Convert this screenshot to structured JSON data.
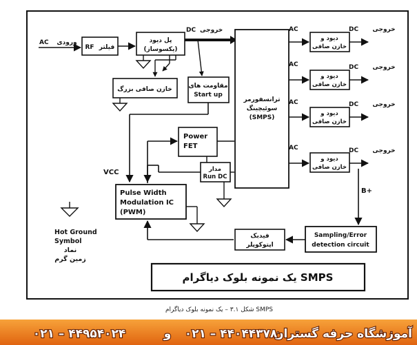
{
  "diagram": {
    "input": {
      "label_fa": "ورودی",
      "label_ac": "AC"
    },
    "rf_filter": {
      "line1": "فیلتر",
      "line2": "RF"
    },
    "bridge": {
      "line1": "پل دیود",
      "line2": "(یکسوساز)"
    },
    "dc_output_top": {
      "label_fa": "خروجی",
      "label_dc": "DC"
    },
    "big_cap": {
      "label": "خازن صافی بزرگ"
    },
    "startup_res": {
      "line1": "مقاومت های",
      "line2": "Start up"
    },
    "transformer": {
      "line1": "ترانسفورمر",
      "line2": "سوئیچینگ",
      "line3": "(SMPS)"
    },
    "power_fet": {
      "line1": "Power",
      "line2": "FET"
    },
    "dc_circuit": {
      "line1": "مدار",
      "line2": "Run DC"
    },
    "pwm": {
      "line1": "Pulse Width",
      "line2": "Modulation IC",
      "line3": "(PWM)"
    },
    "vcc": "VCC",
    "outputs": [
      {
        "ac": "AC",
        "line1": "دیود و",
        "line2": "خازن صافی",
        "dc_fa": "خروجی",
        "dc_en": "DC"
      },
      {
        "ac": "AC",
        "line1": "دیود و",
        "line2": "خازن صافی",
        "dc_fa": "خروجی",
        "dc_en": "DC"
      },
      {
        "ac": "AC",
        "line1": "دیود و",
        "line2": "خازن صافی",
        "dc_fa": "خروجی",
        "dc_en": "DC"
      },
      {
        "ac": "AC",
        "line1": "دیود و",
        "line2": "خازن صافی",
        "dc_fa": "خروجی",
        "dc_en": "DC"
      }
    ],
    "bplus": "B+",
    "sampling": {
      "line1": "Sampling/Error",
      "line2": "detection circuit"
    },
    "optocoupler": {
      "line1": "فیدبک",
      "line2": "اپتوکوپلر"
    },
    "hot_ground": {
      "line1": "Hot Ground",
      "line2": "Symbol",
      "line3": "نماد",
      "line4": "زمین گرم"
    },
    "title": "یک نمونه بلوک دیاگرام SMPS"
  },
  "caption": "شکل ۳.۱ – یک نمونه بلوک دیاگرام SMPS",
  "banner": {
    "institute": "آموزشگاه حرفه گستران",
    "phone1": "۰۲۱ – ۴۴۰۴۴۳۷۸",
    "connector": "و",
    "phone2": "۰۲۱ – ۴۴۹۵۴۰۲۴",
    "colors": {
      "top": "#f7a23a",
      "bottom": "#e06410",
      "text_stroke": "#5a1a00"
    }
  }
}
